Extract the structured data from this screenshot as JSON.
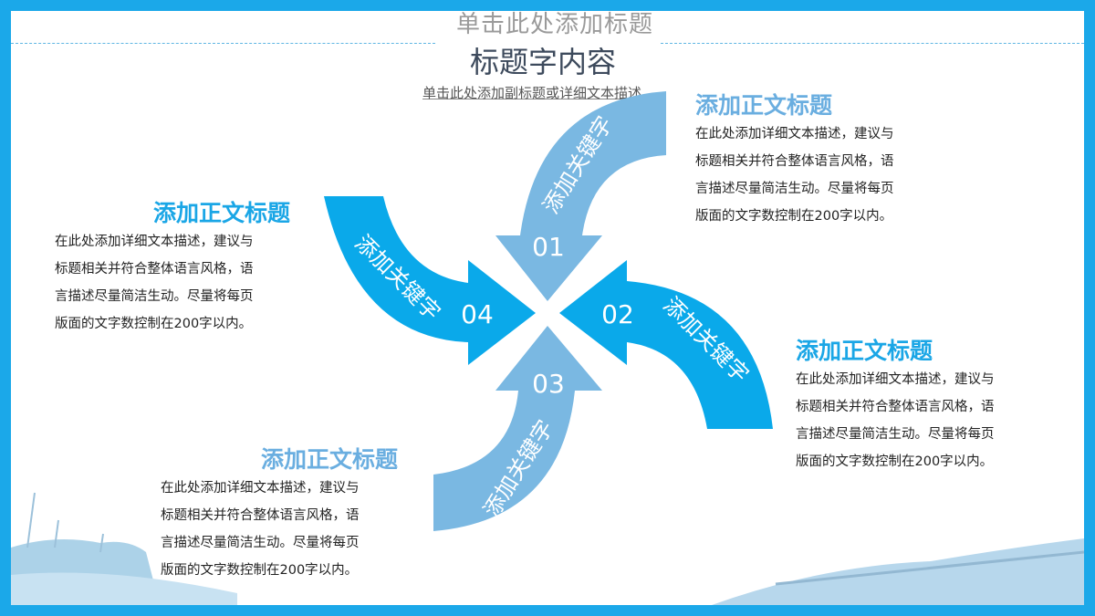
{
  "header": {
    "ghost_title": "单击此处添加标题",
    "title": "标题字内容",
    "subtitle": "单击此处添加副标题或详细文本描述"
  },
  "colors": {
    "frame": "#1ba8e9",
    "light_arrow": "#7ab8e2",
    "bright_arrow": "#0aa9ea"
  },
  "arrows": [
    {
      "number": "01",
      "keyword": "添加关键字"
    },
    {
      "number": "02",
      "keyword": "添加关键字"
    },
    {
      "number": "03",
      "keyword": "添加关键字"
    },
    {
      "number": "04",
      "keyword": "添加关键字"
    }
  ],
  "blocks": [
    {
      "title": "添加正文标题",
      "lines": [
        "在此处添加详细文本描述，建议与",
        "标题相关并符合整体语言风格，语",
        "言描述尽量简洁生动。尽量将每页",
        "版面的文字数控制在200字以内。"
      ]
    },
    {
      "title": "添加正文标题",
      "lines": [
        "在此处添加详细文本描述，建议与",
        "标题相关并符合整体语言风格，语",
        "言描述尽量简洁生动。尽量将每页",
        "版面的文字数控制在200字以内。"
      ]
    },
    {
      "title": "添加正文标题",
      "lines": [
        "在此处添加详细文本描述，建议与",
        "标题相关并符合整体语言风格，语",
        "言描述尽量简洁生动。尽量将每页",
        "版面的文字数控制在200字以内。"
      ]
    },
    {
      "title": "添加正文标题",
      "lines": [
        "在此处添加详细文本描述，建议与",
        "标题相关并符合整体语言风格，语",
        "言描述尽量简洁生动。尽量将每页",
        "版面的文字数控制在200字以内。"
      ]
    }
  ]
}
